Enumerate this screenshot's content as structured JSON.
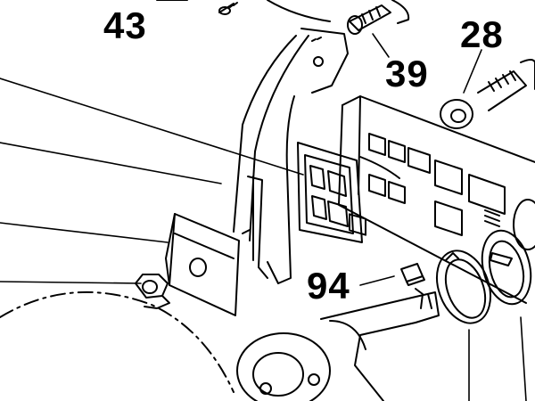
{
  "callouts": {
    "part_43": "43",
    "part_28": "28",
    "part_39": "39",
    "part_94": "94"
  },
  "colors": {
    "ink": "#000000",
    "paper": "#ffffff"
  }
}
